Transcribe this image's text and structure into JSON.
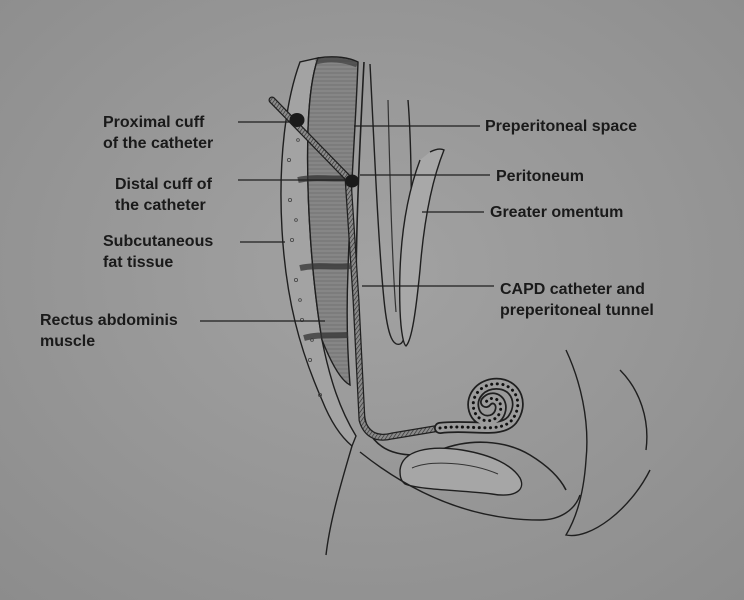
{
  "labels": {
    "proximal_cuff": [
      "Proximal cuff",
      "of the catheter"
    ],
    "distal_cuff": [
      "Distal cuff of",
      "the catheter"
    ],
    "subcutaneous": [
      "Subcutaneous",
      "fat tissue"
    ],
    "rectus": [
      "Rectus abdominis",
      "muscle"
    ],
    "preperitoneal_space": "Preperitoneal space",
    "peritoneum": "Peritoneum",
    "greater_omentum": "Greater omentum",
    "capd": [
      "CAPD catheter and",
      "preperitoneal tunnel"
    ]
  },
  "colors": {
    "background": "#9a9a9a",
    "ink": "#1f1f1f",
    "muscle": "#858585",
    "fat": "#a4a4a4"
  }
}
